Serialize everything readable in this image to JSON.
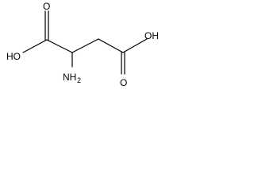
{
  "molecule": {
    "labels": {
      "hydroxyl_left": "HO",
      "oxygen_left": "O",
      "amino": "NH",
      "amino_subscript": "2",
      "oxygen_right": "O",
      "hydroxyl_right": "OH"
    }
  }
}
